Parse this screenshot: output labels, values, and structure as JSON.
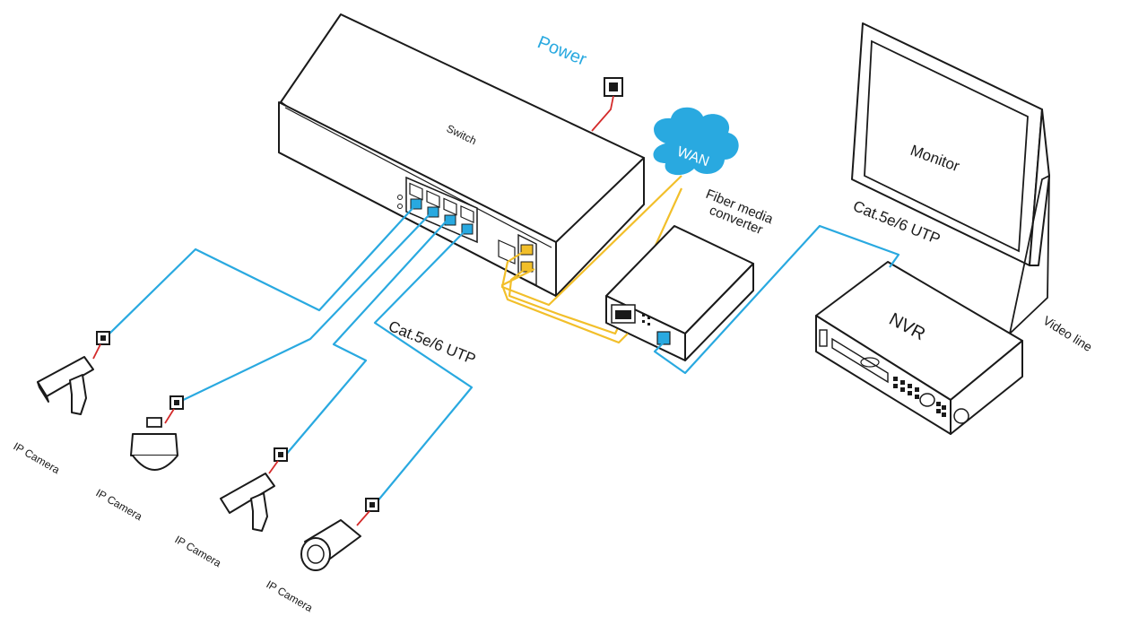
{
  "labels": {
    "power": "Power",
    "switch": "Switch",
    "wan": "WAN",
    "fiber_line1": "Fiber media",
    "fiber_line2": "converter",
    "monitor": "Monitor",
    "nvr": "NVR",
    "video_line": "Video line",
    "cat_right": "Cat.5e/6 UTP",
    "cat_middle": "Cat.5e/6 UTP",
    "camera1": "IP Camera",
    "camera2": "IP Camera",
    "camera3": "IP Camera",
    "camera4": "IP Camera"
  },
  "colors": {
    "ethernet_cable": "#29a9e0",
    "fiber_cable": "#f2bf2a",
    "power_cable": "#d42a2a",
    "wan_cloud": "#29a9e0",
    "power_label": "#29a9e0",
    "outline": "#1a1a1a"
  },
  "icons": {
    "power_socket": "power-socket-icon",
    "wan_cloud": "cloud-icon",
    "camera_bullet": "bullet-camera-icon",
    "camera_dome": "dome-camera-icon",
    "camera_box": "box-camera-icon"
  }
}
